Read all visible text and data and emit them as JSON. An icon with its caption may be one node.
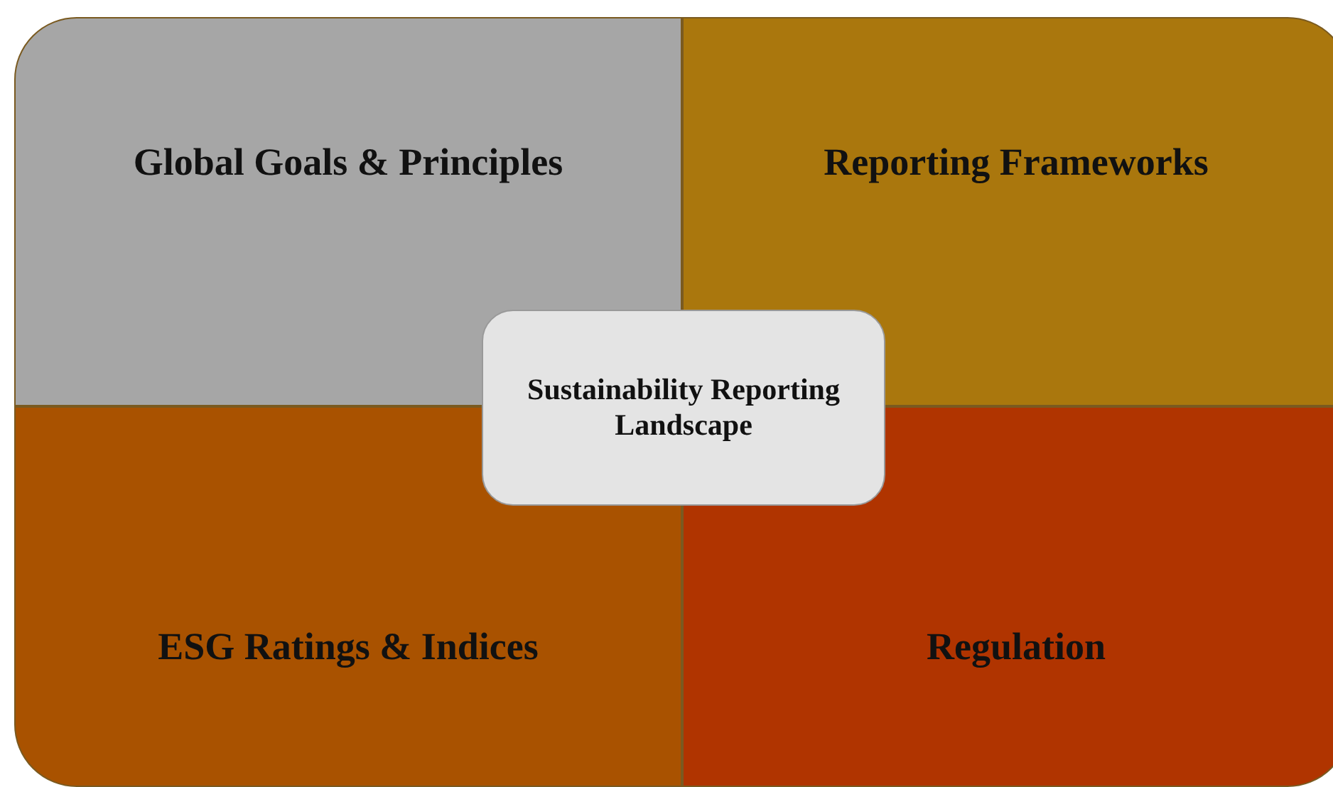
{
  "diagram": {
    "nodes": [
      {
        "text": [
          "Global Goals & Principles"
        ]
      },
      {
        "text": [
          "Reporting Frameworks"
        ]
      },
      {
        "text": [
          "ESG Ratings & Indices"
        ]
      },
      {
        "text": [
          "Regulation"
        ]
      },
      {
        "text": [
          "Sustainability Reporting Landscape"
        ]
      }
    ]
  }
}
